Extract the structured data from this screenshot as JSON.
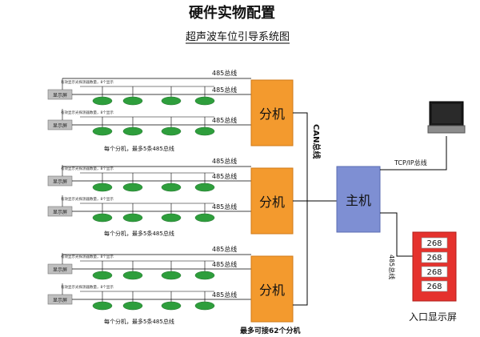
{
  "title": "硬件实物配置",
  "subtitle": "超声波车位引导系统图",
  "colors": {
    "substation": "#F39A2E",
    "host": "#7E8FD3",
    "entrance_panel": "#E5322D",
    "sensor": "#2E9E3C",
    "line": "#000000",
    "display": "#BFBFBF"
  },
  "labels": {
    "bus_485": "485总线",
    "can_bus": "CAN总线",
    "tcpip_bus": "TCP/IP总线",
    "max_substations": "最多可接62个分机",
    "display_label": "显示屏",
    "small_note": "有效显示光探测器数量，8个显示",
    "group_note_1": "每个分机，最多5条485总线",
    "group_note_2": "每个分机，最多5条485总线",
    "group_note_3": "每个分机，最多5条485总线"
  },
  "substations": [
    {
      "label": "分机"
    },
    {
      "label": "分机"
    },
    {
      "label": "分机"
    }
  ],
  "host": {
    "label": "主机"
  },
  "entrance_display": {
    "label": "入口显示屏",
    "values": [
      "268",
      "268",
      "268",
      "268"
    ]
  },
  "icons": [
    "monitor-icon",
    "sensor-icon",
    "display-screen-icon"
  ]
}
